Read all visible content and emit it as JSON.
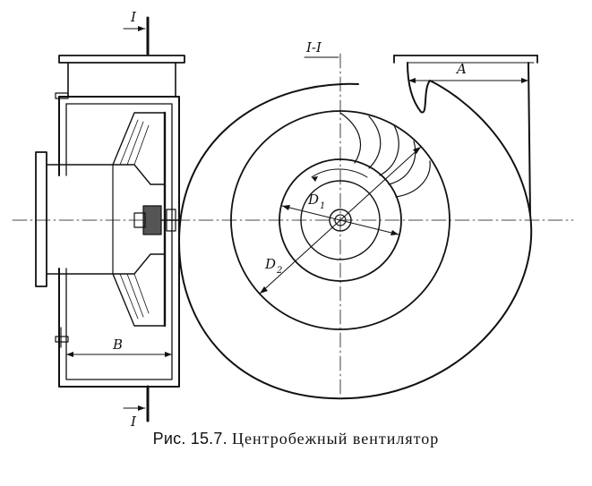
{
  "labels": {
    "section_mark_top": "I",
    "section_mark_bottom": "I",
    "section_title": "I-I",
    "dim_a": "A",
    "dim_b": "B",
    "dim_d1_main": "D",
    "dim_d1_sub": "1",
    "dim_d2_main": "D",
    "dim_d2_sub": "2"
  },
  "caption": {
    "prefix": "Рис. 15.7.",
    "title": "Центробежный вентилятор"
  }
}
